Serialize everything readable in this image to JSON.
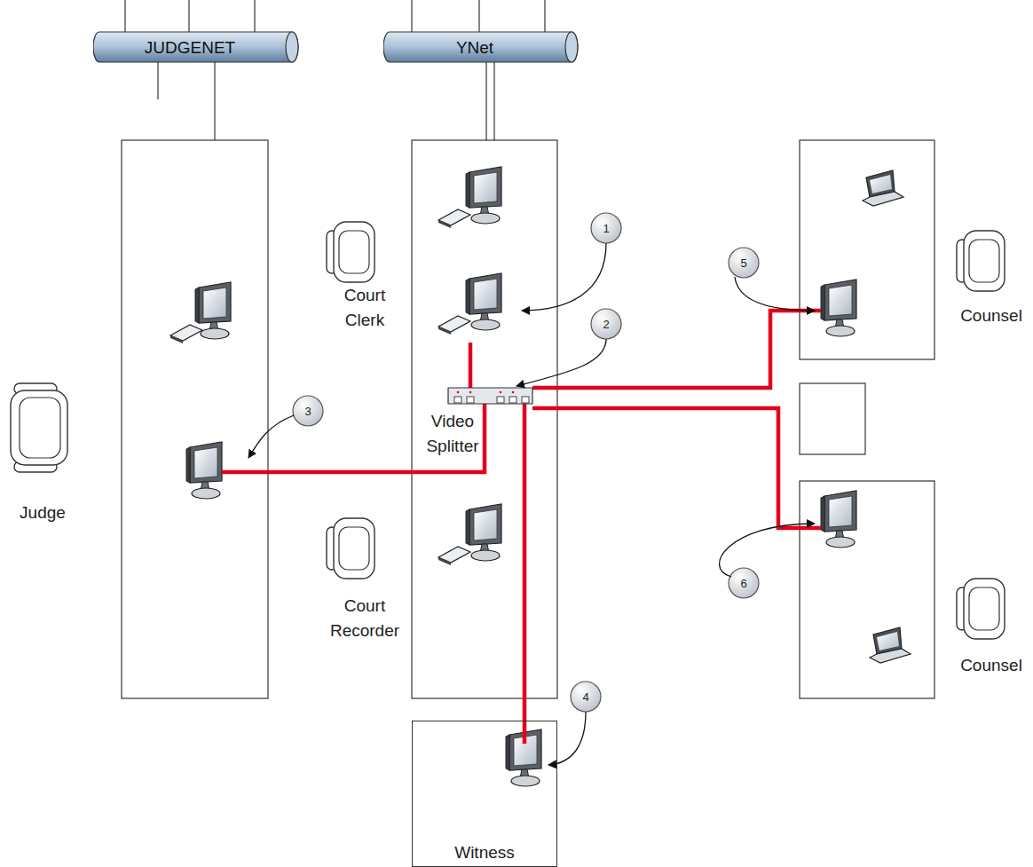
{
  "diagram": {
    "nodes": [
      {
        "text": [
          "JUDGENET"
        ]
      },
      {
        "text": [
          "YNet"
        ]
      },
      {
        "text": [
          "Witness"
        ]
      }
    ],
    "labels": [
      "Court Clerk",
      "Court Recorder",
      "Judge",
      "Counsel",
      "Counsel",
      "Video Splitter",
      "1",
      "2",
      "3",
      "4",
      "5",
      "6"
    ]
  }
}
